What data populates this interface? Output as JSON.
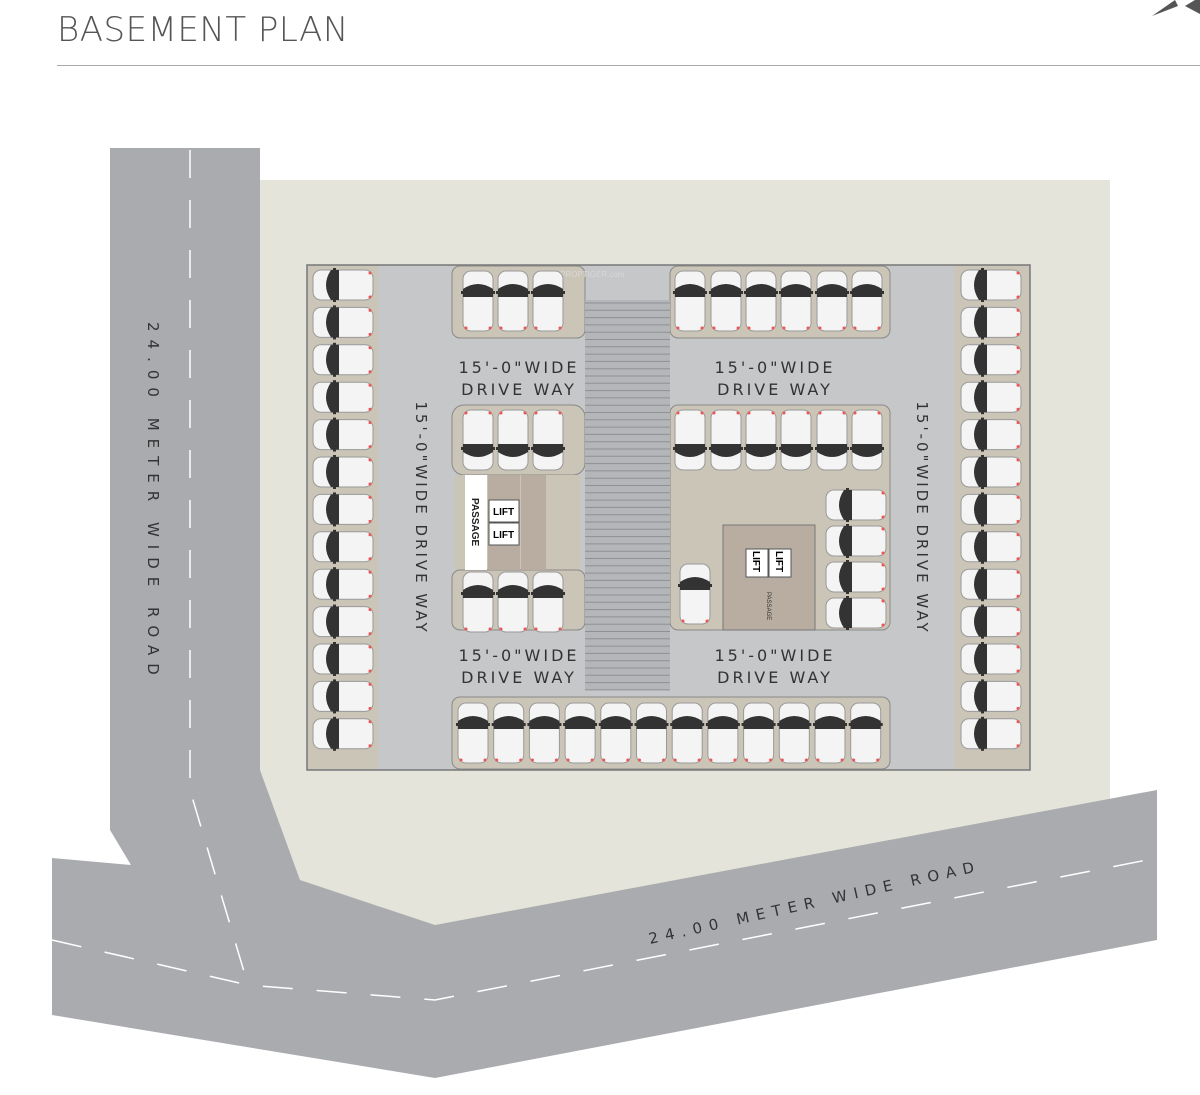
{
  "title": "BASEMENT PLAN",
  "watermark": "PROPTIGER.com",
  "roads": {
    "vertical_label": "24.00 METER WIDE ROAD",
    "horizontal_label": "24.00 METER WIDE ROAD"
  },
  "driveways": {
    "top_left": [
      "15'-0\"WIDE",
      "DRIVE WAY"
    ],
    "top_right": [
      "15'-0\"WIDE",
      "DRIVE WAY"
    ],
    "bottom_left": [
      "15'-0\"WIDE",
      "DRIVE WAY"
    ],
    "bottom_right": [
      "15'-0\"WIDE",
      "DRIVE WAY"
    ],
    "left_vertical": "15'-0\"WIDE DRIVE WAY",
    "right_vertical": "15'-0\"WIDE DRIVE WAY"
  },
  "cores": {
    "left": {
      "passage": "PASSAGE",
      "lifts": [
        "LIFT",
        "LIFT"
      ]
    },
    "right": {
      "passage": "PASSAGE",
      "lifts": [
        "LIFT",
        "LIFT"
      ]
    }
  },
  "colors": {
    "road": "#a9abae",
    "site": "#e4e4da",
    "driveway": "#c6c7c9",
    "parking": "#cbc5b8",
    "core": "#b8ada0"
  }
}
